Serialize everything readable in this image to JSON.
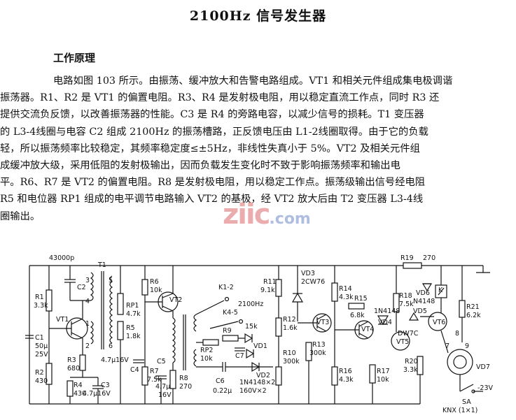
{
  "title": "2100Hz 信号发生器",
  "section": "工作原理",
  "paragraph_lines": [
    "电路如图 103 所示。由振荡、缓冲放大和告警电路组成。VT1 和相关元件组成集电极调谐",
    "振荡器。R1、R2 是 VT1 的偏置电阻。R3、R4 是发射极电阻，用以稳定直流工作点，同时 R3 还",
    "提供交流负反馈，以改善振荡器的性能。C3 是 R4 的旁路电容，以减少信号的损耗。T1 变压器",
    "的 L3-4线圈与电容 C2 组成 2100Hz 的振荡槽路，正反馈电压由 L1-2线圈取得。由于它的负载",
    "轻，所以振荡频率比较稳定，其频率稳定度≤±5Hz，非线性失真小于 5%。VT2 及相关元件组",
    "成缓冲放大级，采用低阻的发射极输出，因而负载发生变化时不致于影响振荡频率和输出电",
    "平。R6、R7 是 VT2 的偏置电阻。R8 是发射极电阻，用以稳定工作点。振荡级输出信号经电阻",
    "R5 和电位器 RP1 组成的电平调节电路输入 VT2 的基极，经 VT2 放大后由 T2 变压器 L3-4线",
    "圈输出。"
  ],
  "watermark": {
    "main": "ziic",
    "sub": ".com"
  },
  "labels": {
    "c2_top": "43000p",
    "t1": "T1",
    "r1": "R1",
    "r1v": "3.3k",
    "c2": "C2",
    "vt1": "VT1",
    "c1": "C1",
    "c1v1": "50μ",
    "c1v2": "25V",
    "r2": "R2",
    "r2v": "430",
    "r3": "R3",
    "r3v": "680",
    "r4": "R4",
    "r4v": "430",
    "c3": "C3",
    "c3v": "4.7μ16V",
    "c4": "C4",
    "c4v": "4.7μ16V",
    "rp1": "RP1",
    "rp1v": "4.7k",
    "r5": "R5",
    "r5v": "1.8k",
    "r6": "R6",
    "r6v": "10k",
    "r7": "R7",
    "r7v": "7.5k",
    "vt2": "VT2",
    "c5": "C5",
    "c5v1": "4.7μ",
    "c5v2": "16V",
    "r8": "R8",
    "r8v": "270",
    "k12": "K1-2",
    "k45": "K4-5",
    "f2100": "2100Hz",
    "f15k": "15k",
    "r9": "R9",
    "rp2": "RP2",
    "rp2v": "10k",
    "c6": "C6",
    "c6v": "0.22μ",
    "c7": "C7",
    "vd1": "VD1",
    "vd2": "VD2",
    "vd12": "1N4148×2",
    "v160": "160V×2",
    "r10": "R10",
    "r10v": "300k",
    "r11": "R11",
    "r11v": "9.1k",
    "r12": "R12",
    "r12v": "1.6k",
    "vd3": "VD3",
    "vd3v": "2CW76",
    "vt3": "VT3",
    "r13": "R13",
    "r13v": "300k",
    "r14": "R14",
    "r14v": "4.3k",
    "r15": "R15",
    "r15v": "6.8k",
    "vt4": "VT4",
    "vd4": "1N4148",
    "vd4l": "VD4",
    "r16": "R16",
    "r16v": "4.3k",
    "r17": "R17",
    "r17v": "10k",
    "r18": "R18",
    "r18v": "7.5k",
    "r19": "R19",
    "r19v": "270",
    "vd6": "VD6",
    "vd6v": "N4148",
    "vd5": "VD5",
    "vd5v": "DW7C",
    "vt5": "VT5",
    "r20": "R20",
    "r20v": "3.3k",
    "vt6": "VT6",
    "k": "K",
    "r21": "R21",
    "r21v": "6.2k",
    "p7": "7",
    "p9": "9",
    "p8": "8",
    "vd7": "VD7",
    "sa": "SA",
    "v23": "-23V",
    "knx": "KNX (1×1)",
    "n1": "1",
    "n2": "2",
    "n3": "3",
    "n4": "4",
    "n5": "5",
    "n6": "6"
  }
}
